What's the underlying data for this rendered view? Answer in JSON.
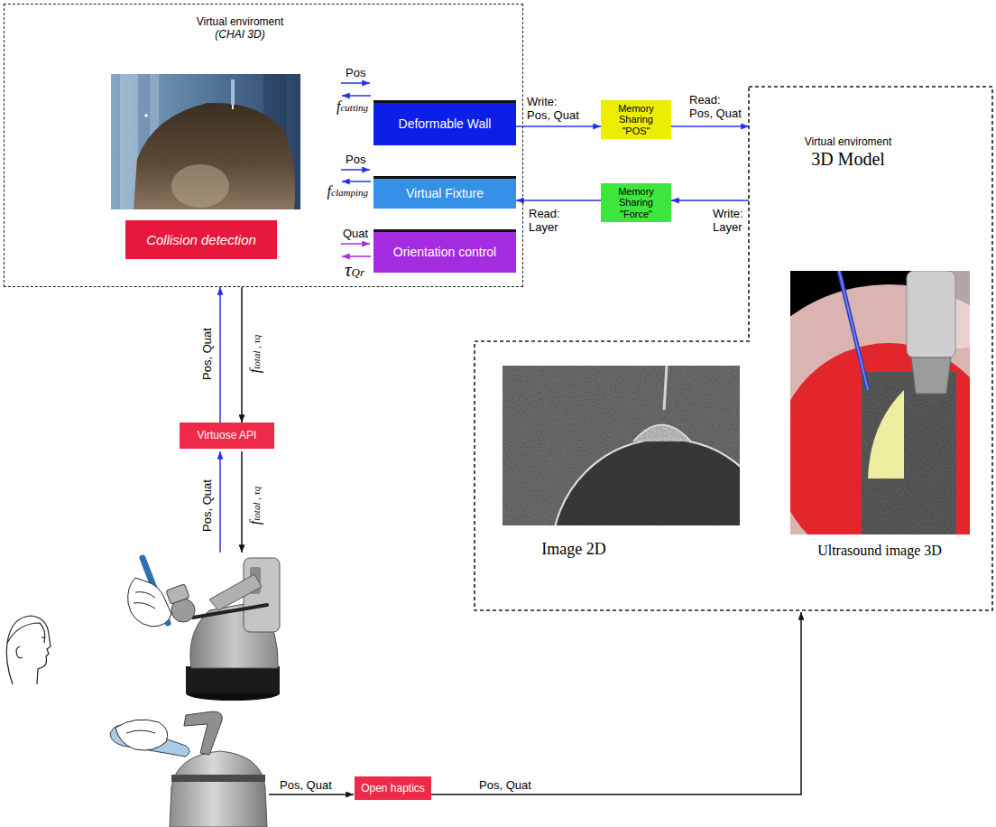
{
  "diagram": {
    "nodes": [
      {
        "text": [
          "Virtual enviroment",
          "(CHAI 3D)"
        ]
      },
      {
        "text": [
          "Collision detection"
        ],
        "in": 0
      },
      {
        "text": [
          "Deformable Wall"
        ],
        "in": 0
      },
      {
        "text": [
          "Virtual Fixture"
        ],
        "in": 0
      },
      {
        "text": [
          "Orientation control"
        ],
        "in": 0
      },
      {
        "text": [
          "Memory Sharing \"POS\""
        ]
      },
      {
        "text": [
          "Memory Sharing \"Force\""
        ]
      },
      {
        "text": [
          "Virtual enviroment",
          "3D Model"
        ]
      },
      {
        "text": [
          "Virtuose API"
        ]
      },
      {
        "text": [
          "Open haptics"
        ]
      }
    ],
    "edges": [
      {
        "from": 2,
        "to": 5,
        "arrow": "to",
        "label": "Write: Pos, Quat"
      },
      {
        "from": 5,
        "to": 7,
        "arrow": "to",
        "label": "Read: Pos, Quat"
      },
      {
        "from": 7,
        "to": 6,
        "arrow": "to",
        "label": "Write: Layer"
      },
      {
        "from": 6,
        "to": 3,
        "arrow": "to",
        "label": "Read: Layer"
      },
      {
        "from": 8,
        "to": 0,
        "arrow": "to",
        "label": "Pos, Quat"
      },
      {
        "from": 0,
        "to": 8,
        "arrow": "to",
        "label": "ftotal , τq"
      },
      {
        "from": 9,
        "to": 7,
        "arrow": "to",
        "label": "Pos, Quat"
      }
    ],
    "labels": [
      "Pos",
      "fcutting",
      "Pos",
      "fclamping",
      "Quat",
      "τQr",
      "Image 2D",
      "Ultrasound image 3D",
      "Pos, Quat",
      "ftotal , τq",
      "Pos, Quat"
    ]
  }
}
